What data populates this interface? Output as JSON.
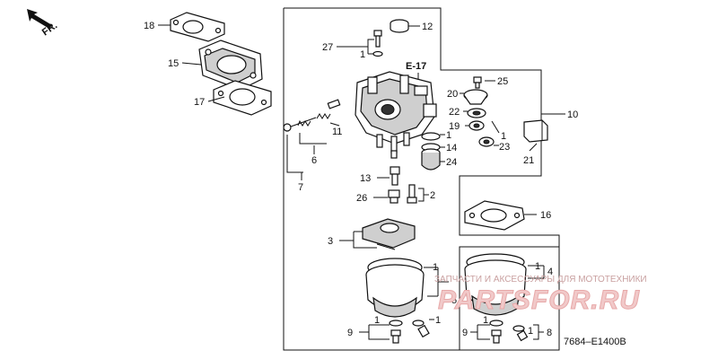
{
  "diagram": {
    "direction_label": "FR.",
    "reference_label": "E-17",
    "drawing_code": "7684–E1400B",
    "callouts": {
      "c18": "18",
      "c15": "15",
      "c17": "17",
      "c27": "27",
      "c27_one": "1",
      "c12": "12",
      "c25": "25",
      "c20": "20",
      "c10": "10",
      "c22": "22",
      "c19": "19",
      "c19_one": "1",
      "c23": "23",
      "c21": "21",
      "c1_a": "1",
      "c14": "14",
      "c24": "24",
      "c11": "11",
      "c6": "6",
      "c7": "7",
      "c13": "13",
      "c26": "26",
      "c2": "2",
      "c16": "16",
      "c3": "3",
      "c1_bowl_top": "1",
      "c5": "5",
      "c1_bowl_a": "1",
      "c1_bowl_b": "1",
      "c9_left": "9",
      "c1_r_top": "1",
      "c4": "4",
      "c1_r_b": "1",
      "c1_r_c": "1",
      "c9_right": "9",
      "c8": "8"
    }
  },
  "watermark": {
    "caption": "ЗАПЧАСТИ И АКСЕССУАРЫ ДЛЯ МОТОТЕХНИКИ",
    "logo": "PARTSFOR.RU"
  }
}
